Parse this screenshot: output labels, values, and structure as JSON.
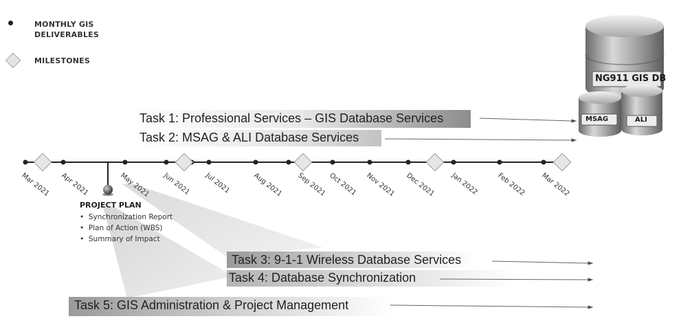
{
  "legend": {
    "deliverables": "MONTHLY GIS DELIVERABLES",
    "deliverables_line1": "MONTHLY GIS",
    "deliverables_line2": "DELIVERABLES",
    "milestones": "MILESTONES"
  },
  "tasks": [
    "Task 1: Professional Services – GIS Database Services",
    "Task 2: MSAG & ALI Database Services",
    "Task 3: 9-1-1 Wireless Database Services",
    "Task 4: Database Synchronization",
    "Task 5: GIS Administration & Project Management"
  ],
  "timeline": {
    "months": [
      "Mar 2021",
      "Apr 2021",
      "May 2021",
      "Jun 2021",
      "Jul 2021",
      "Aug 2021",
      "Sep 2021",
      "Oct 2021",
      "Nov 2021",
      "Dec 2021",
      "Jan 2022",
      "Feb 2022",
      "Mar 2022"
    ],
    "milestone_months": [
      "Mar 2021",
      "Jun 2021",
      "Sep 2021",
      "Dec 2021",
      "Mar 2022"
    ]
  },
  "project_plan": {
    "title": "PROJECT PLAN",
    "items": [
      "Synchronization Report",
      "Plan of Action (WBS)",
      "Summary of Impact"
    ]
  },
  "databases": {
    "main": "NG911 GIS DB",
    "msag": "MSAG",
    "ali": "ALI"
  }
}
